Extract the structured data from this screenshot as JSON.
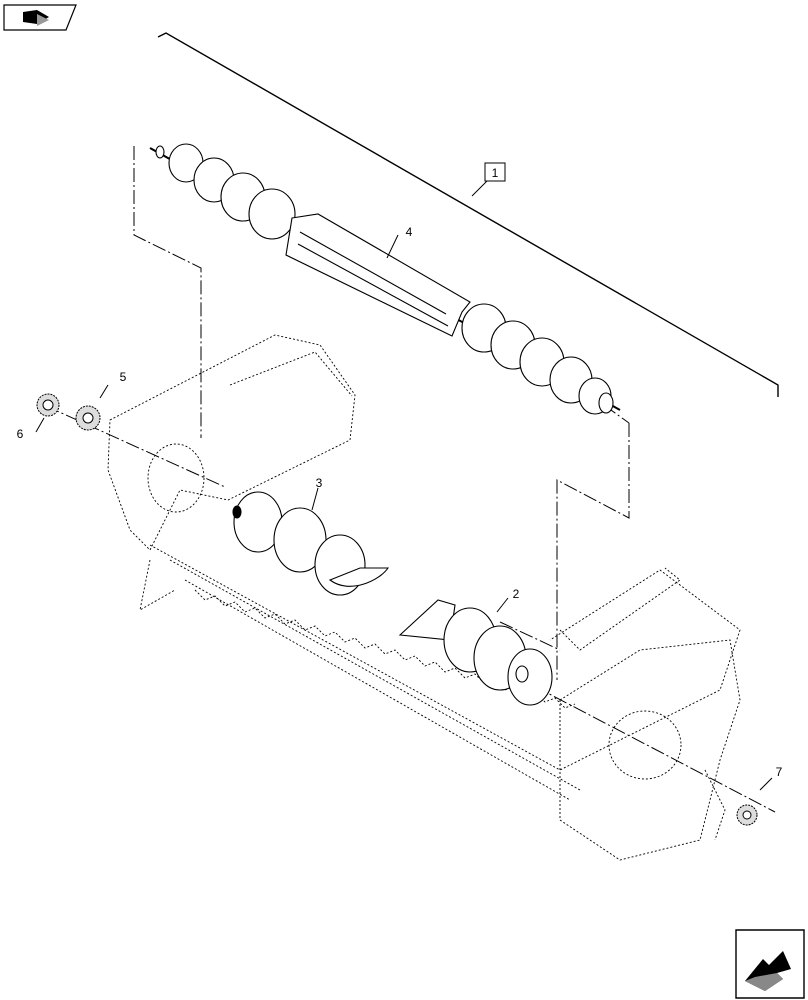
{
  "callouts": [
    {
      "id": "callout-1",
      "text": "1",
      "boxed": true
    },
    {
      "id": "callout-2",
      "text": "2",
      "boxed": false
    },
    {
      "id": "callout-3",
      "text": "3",
      "boxed": false
    },
    {
      "id": "callout-4",
      "text": "4",
      "boxed": false
    },
    {
      "id": "callout-5",
      "text": "5",
      "boxed": false
    },
    {
      "id": "callout-6",
      "text": "6",
      "boxed": false
    },
    {
      "id": "callout-7",
      "text": "7",
      "boxed": false
    }
  ],
  "nav": {
    "top_icon": "previous-page-arrow-icon",
    "bottom_icon": "next-page-arrow-icon"
  },
  "colors": {
    "ink": "#000000",
    "paper": "#ffffff",
    "light_fill": "#eeeeee"
  }
}
